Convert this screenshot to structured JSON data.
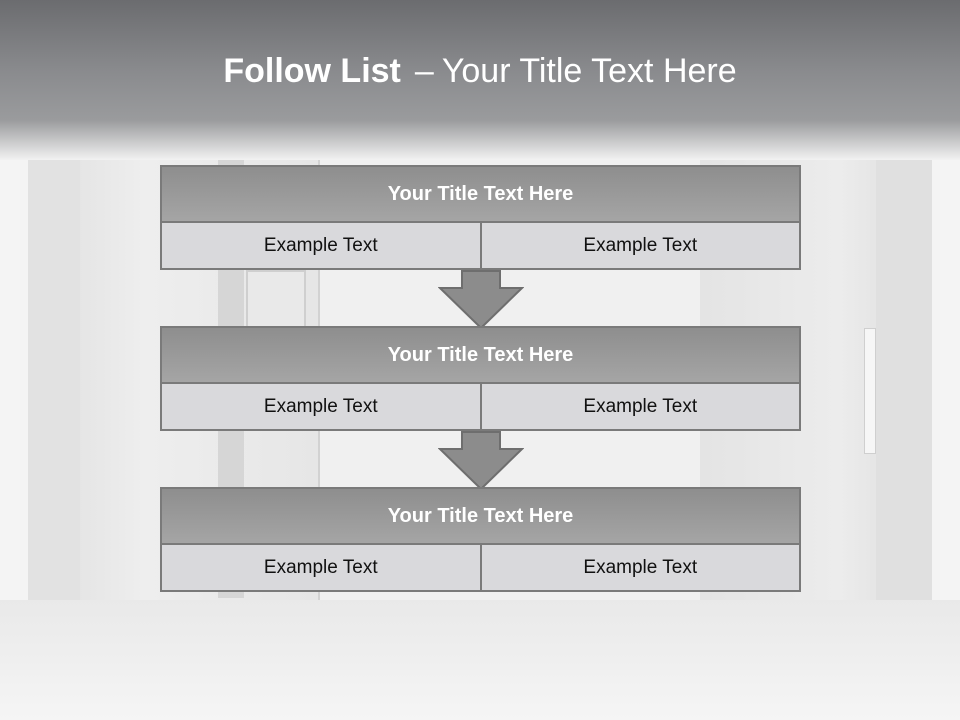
{
  "header": {
    "title_bold": "Follow List",
    "title_separator": "–",
    "title_rest": "Your Title Text Here"
  },
  "blocks": [
    {
      "title": "Your Title Text Here",
      "cells": [
        "Example Text",
        "Example Text"
      ]
    },
    {
      "title": "Your Title Text Here",
      "cells": [
        "Example Text",
        "Example Text"
      ]
    },
    {
      "title": "Your Title Text Here",
      "cells": [
        "Example Text",
        "Example Text"
      ]
    }
  ],
  "colors": {
    "header_dark": "#6b6c6f",
    "title_fill": "#999999",
    "cell_fill": "#d9d9dc",
    "border": "#7a7a7a",
    "arrow_fill": "#8c8c8c"
  }
}
